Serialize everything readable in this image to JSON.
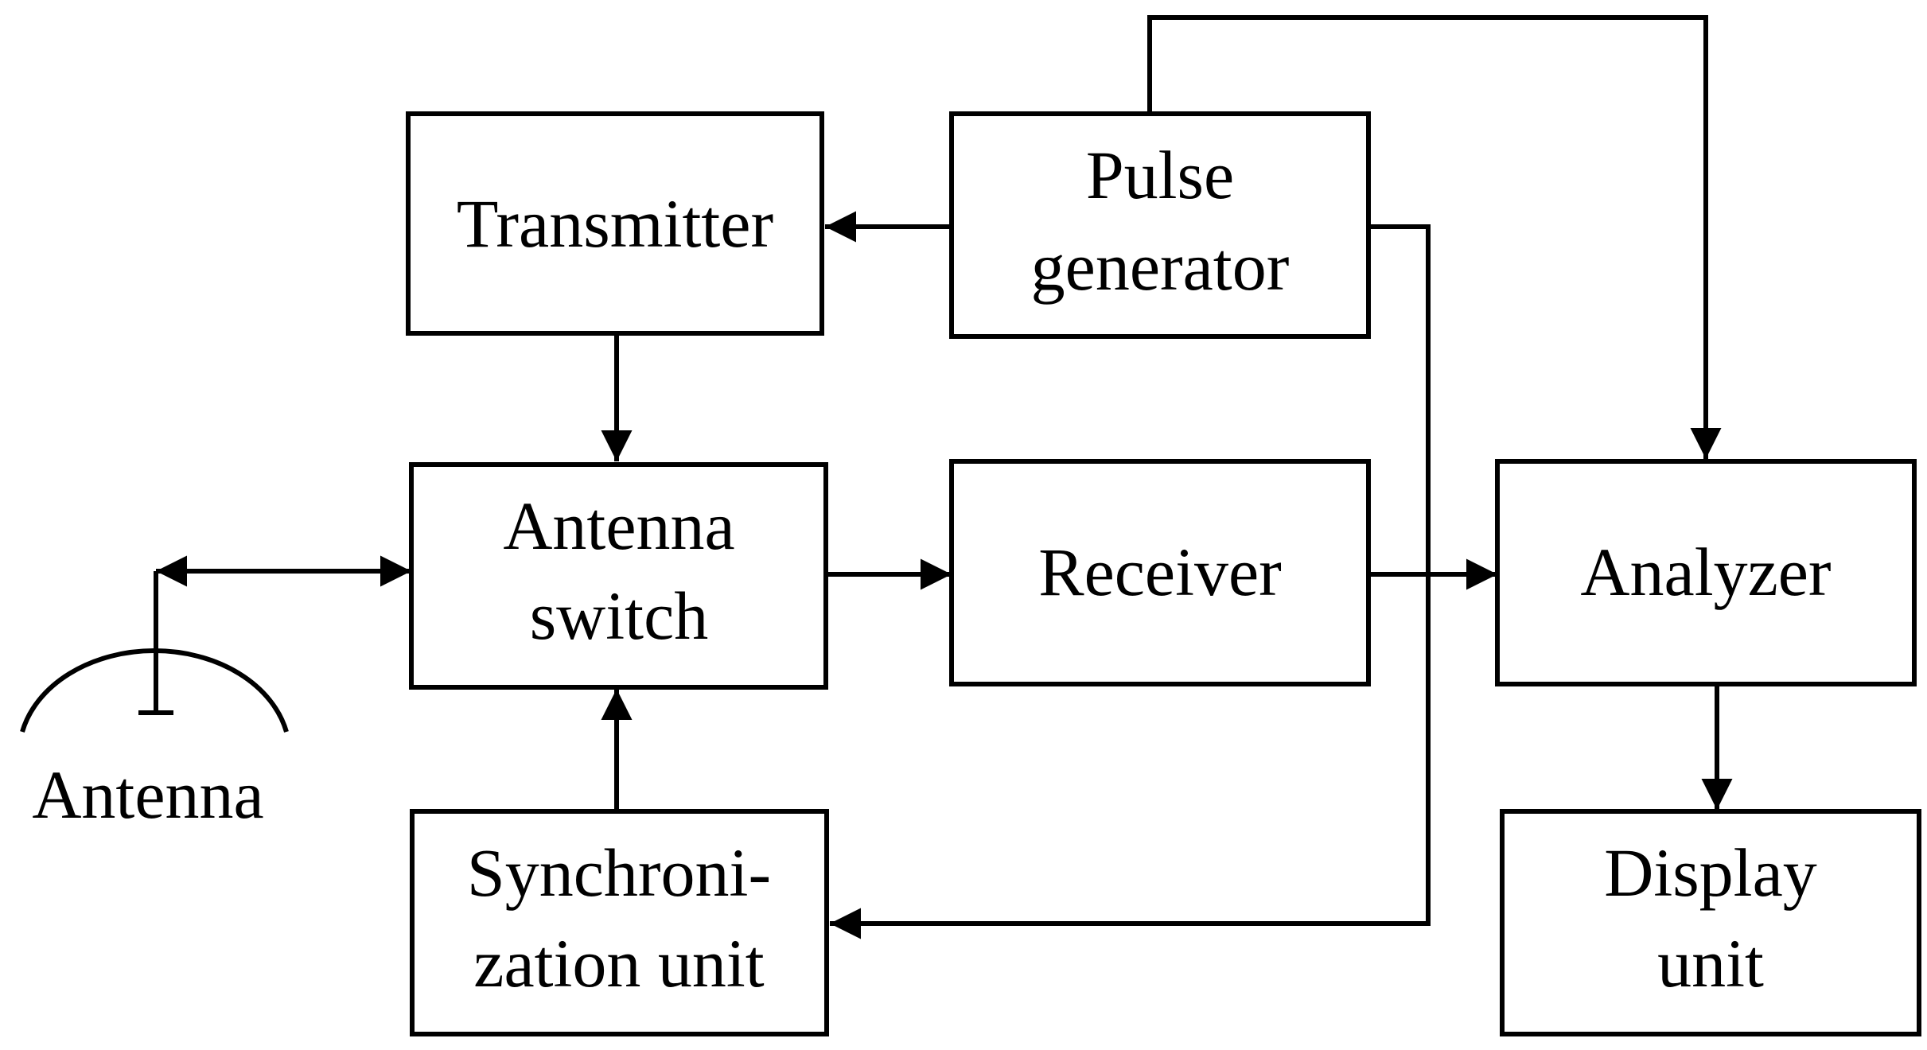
{
  "blocks": {
    "transmitter": {
      "lines": [
        "Transmitter"
      ]
    },
    "pulse_generator": {
      "lines": [
        "Pulse",
        "generator"
      ]
    },
    "antenna_switch": {
      "lines": [
        "Antenna",
        "switch"
      ]
    },
    "receiver": {
      "lines": [
        "Receiver"
      ]
    },
    "analyzer": {
      "lines": [
        "Analyzer"
      ]
    },
    "synchronization_unit": {
      "lines": [
        "Synchroni-",
        "zation unit"
      ]
    },
    "display_unit": {
      "lines": [
        "Display",
        "unit"
      ]
    }
  },
  "antenna": {
    "label": "Antenna"
  },
  "connections": [
    {
      "from": "pulse_generator",
      "to": "transmitter"
    },
    {
      "from": "pulse_generator",
      "to": "analyzer"
    },
    {
      "from": "pulse_generator",
      "to": "synchronization_unit"
    },
    {
      "from": "transmitter",
      "to": "antenna_switch"
    },
    {
      "from": "synchronization_unit",
      "to": "antenna_switch"
    },
    {
      "from": "antenna_switch",
      "to": "receiver"
    },
    {
      "from": "receiver",
      "to": "analyzer"
    },
    {
      "from": "analyzer",
      "to": "display_unit"
    },
    {
      "from": "antenna",
      "to": "antenna_switch",
      "bidirectional": true
    }
  ],
  "colors": {
    "line": "#000000",
    "background": "#ffffff"
  }
}
